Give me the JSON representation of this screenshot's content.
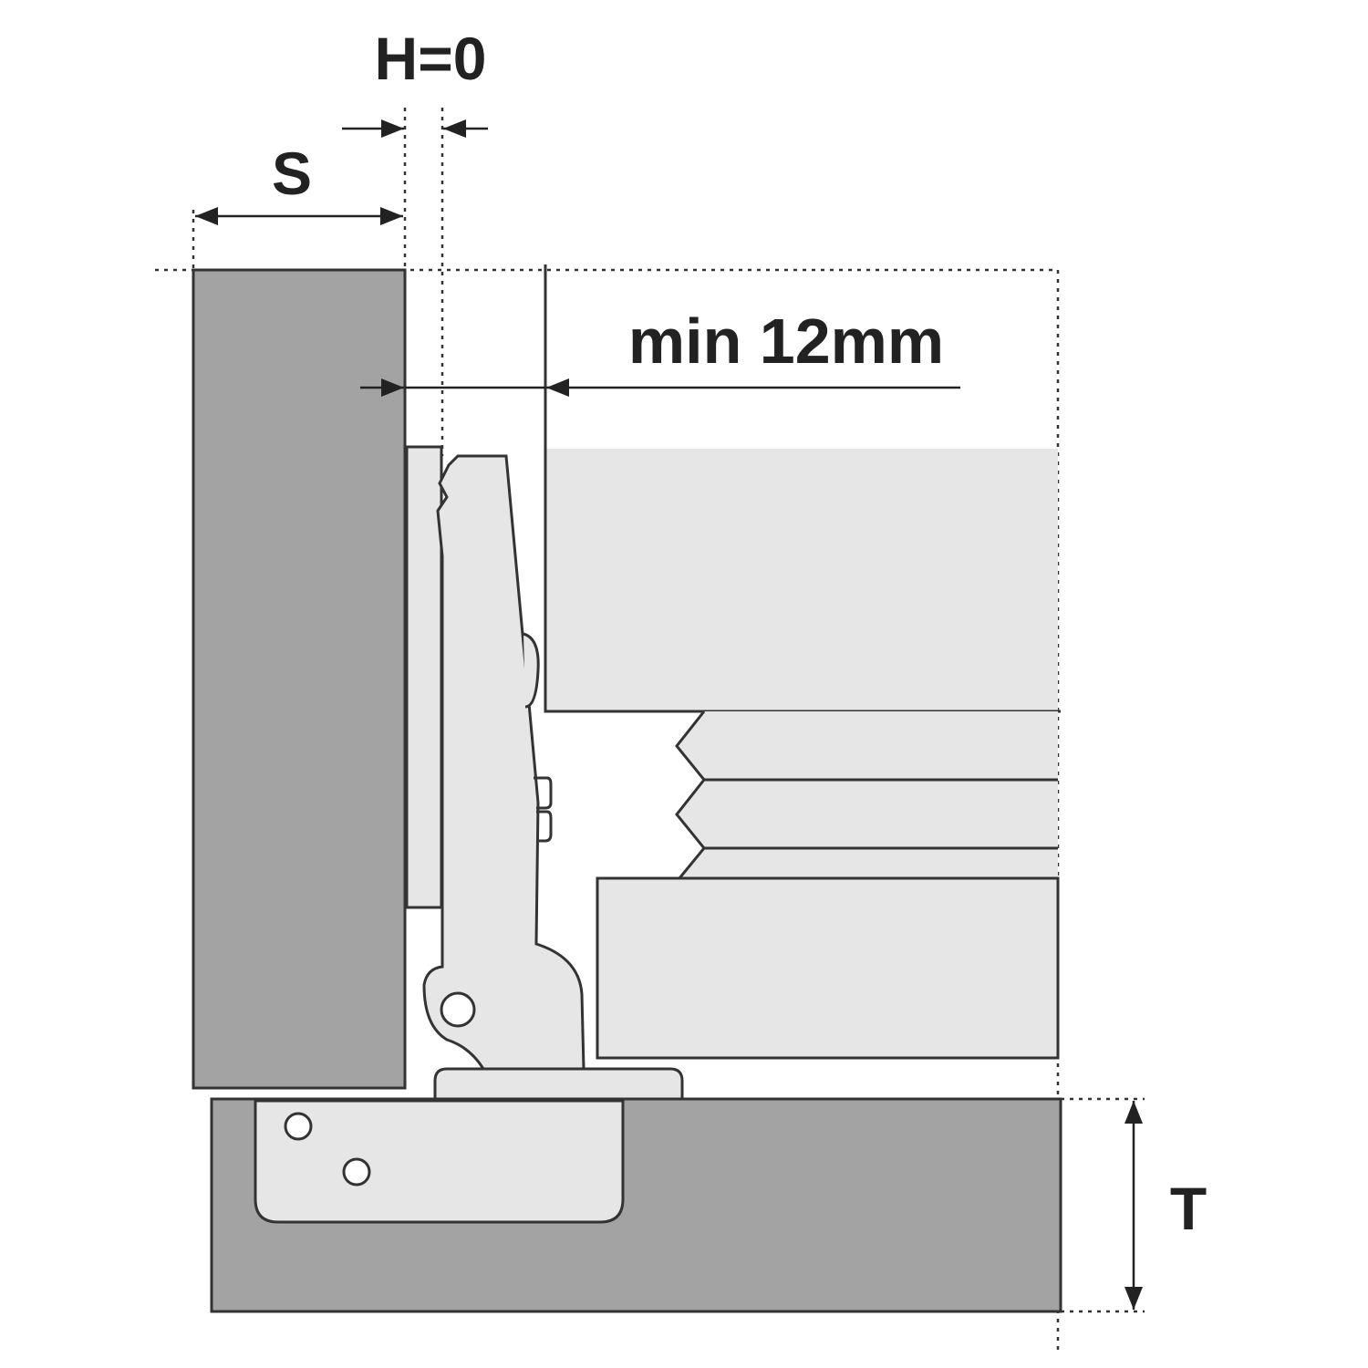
{
  "labels": {
    "overlay": "H=0",
    "side_thickness": "S",
    "min_gap": "min 12mm",
    "door_thickness": "T"
  },
  "colors": {
    "dark_panel": "#a3a3a3",
    "light_part": "#e6e6e6",
    "outline": "#333333"
  }
}
